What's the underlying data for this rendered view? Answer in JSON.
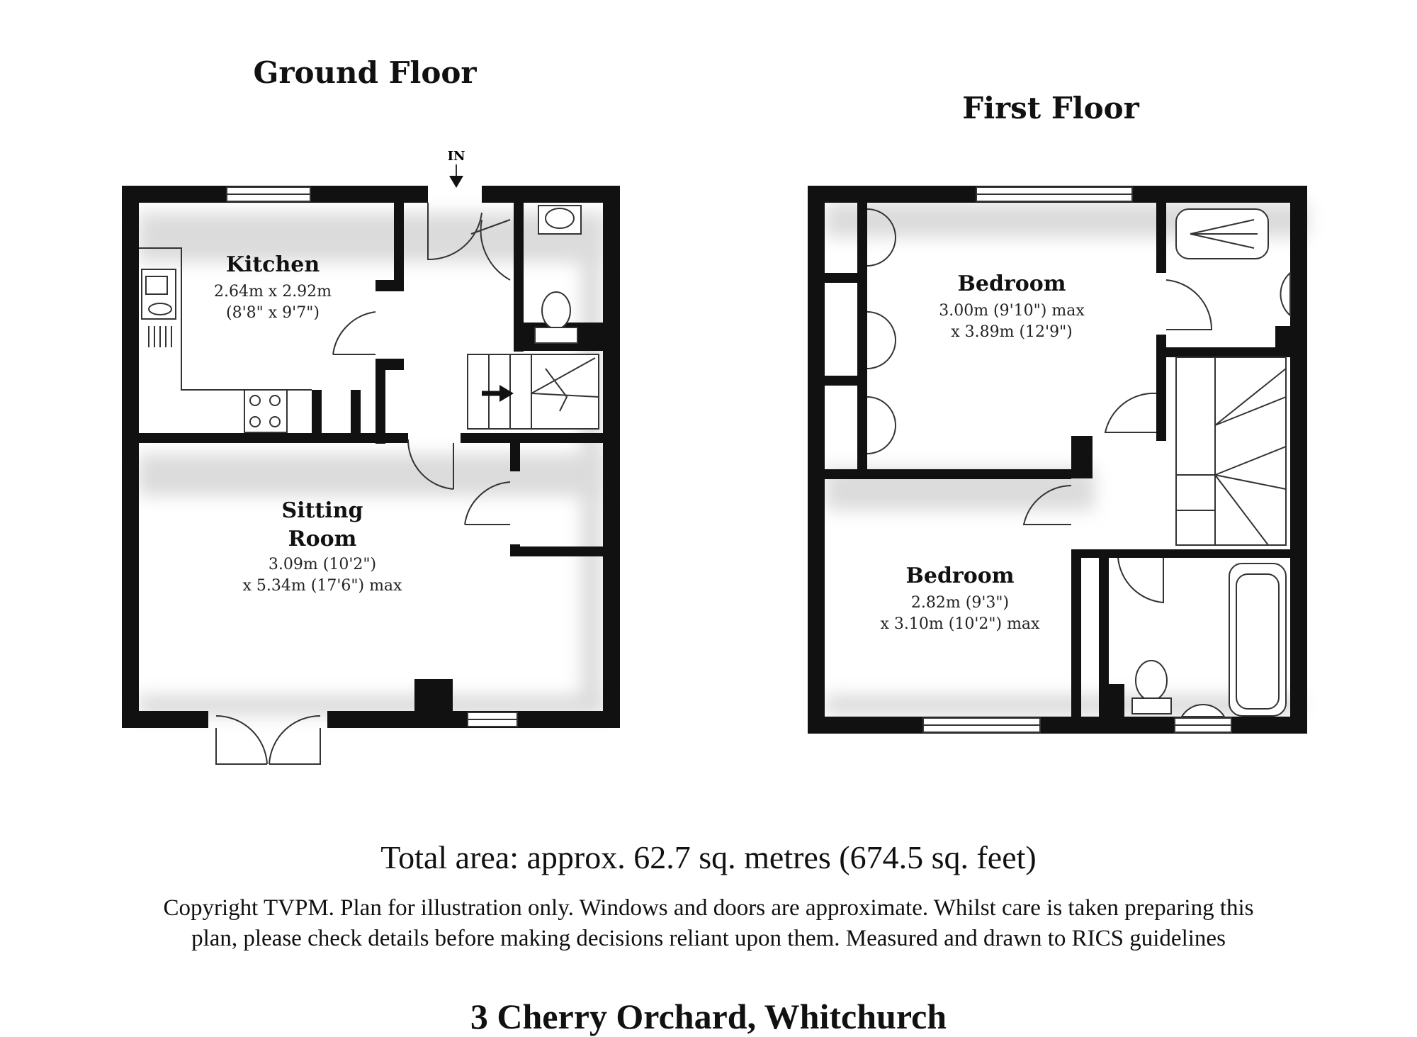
{
  "floors": {
    "ground": {
      "title": "Ground Floor",
      "entrance_label": "IN",
      "rooms": [
        {
          "name": "Kitchen",
          "dims": [
            "2.64m x 2.92m",
            "(8'8\" x 9'7\")"
          ]
        },
        {
          "name_lines": [
            "Sitting",
            "Room"
          ],
          "dims": [
            "3.09m (10'2\")",
            "x 5.34m (17'6\") max"
          ]
        }
      ]
    },
    "first": {
      "title": "First Floor",
      "rooms": [
        {
          "name": "Bedroom",
          "dims": [
            "3.00m (9'10\") max",
            "x 3.89m (12'9\")"
          ]
        },
        {
          "name": "Bedroom",
          "dims": [
            "2.82m (9'3\")",
            "x 3.10m (10'2\") max"
          ]
        }
      ]
    }
  },
  "total_area": "Total area: approx.  62.7 sq. metres (674.5 sq. feet)",
  "copyright": [
    "Copyright TVPM. Plan for illustration only. Windows and doors are approximate. Whilst care is taken preparing this",
    "plan, please check details before making decisions reliant upon them. Measured and drawn to RICS guidelines"
  ],
  "address": "3 Cherry Orchard, Whitchurch",
  "colors": {
    "wall": "#111111",
    "shadow": "#c8c8c8"
  }
}
